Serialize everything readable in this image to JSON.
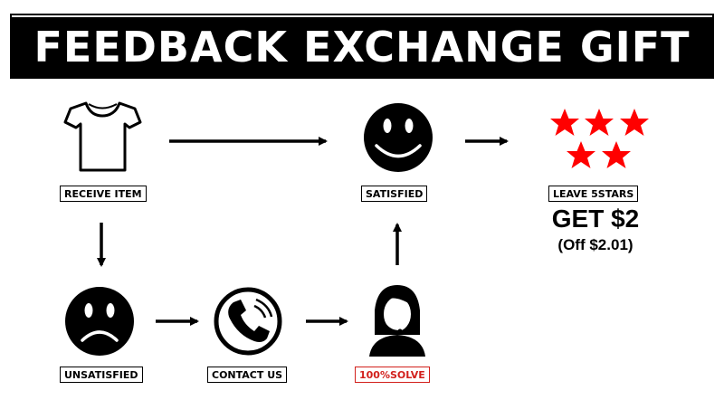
{
  "banner": {
    "title": "FEEDBACK EXCHANGE GIFT"
  },
  "steps": {
    "receive": {
      "label": "RECEIVE ITEM",
      "icon": "tshirt-icon"
    },
    "satisfied": {
      "label": "SATISFIED",
      "icon": "smiley-face-icon"
    },
    "stars": {
      "label": "LEAVE 5STARS",
      "icon": "five-stars-icon",
      "star_color": "#ff0000"
    },
    "unsatisfied": {
      "label": "UNSATISFIED",
      "icon": "sad-face-icon"
    },
    "contact": {
      "label": "CONTACT US",
      "icon": "phone-icon"
    },
    "solve": {
      "label": "100%SOLVE",
      "icon": "support-agent-icon",
      "label_color": "#d2201c"
    }
  },
  "reward": {
    "headline": "GET $2",
    "note": "(Off $2.01)"
  },
  "colors": {
    "banner_bg": "#000000",
    "banner_text": "#ffffff",
    "accent_red": "#d2201c"
  }
}
